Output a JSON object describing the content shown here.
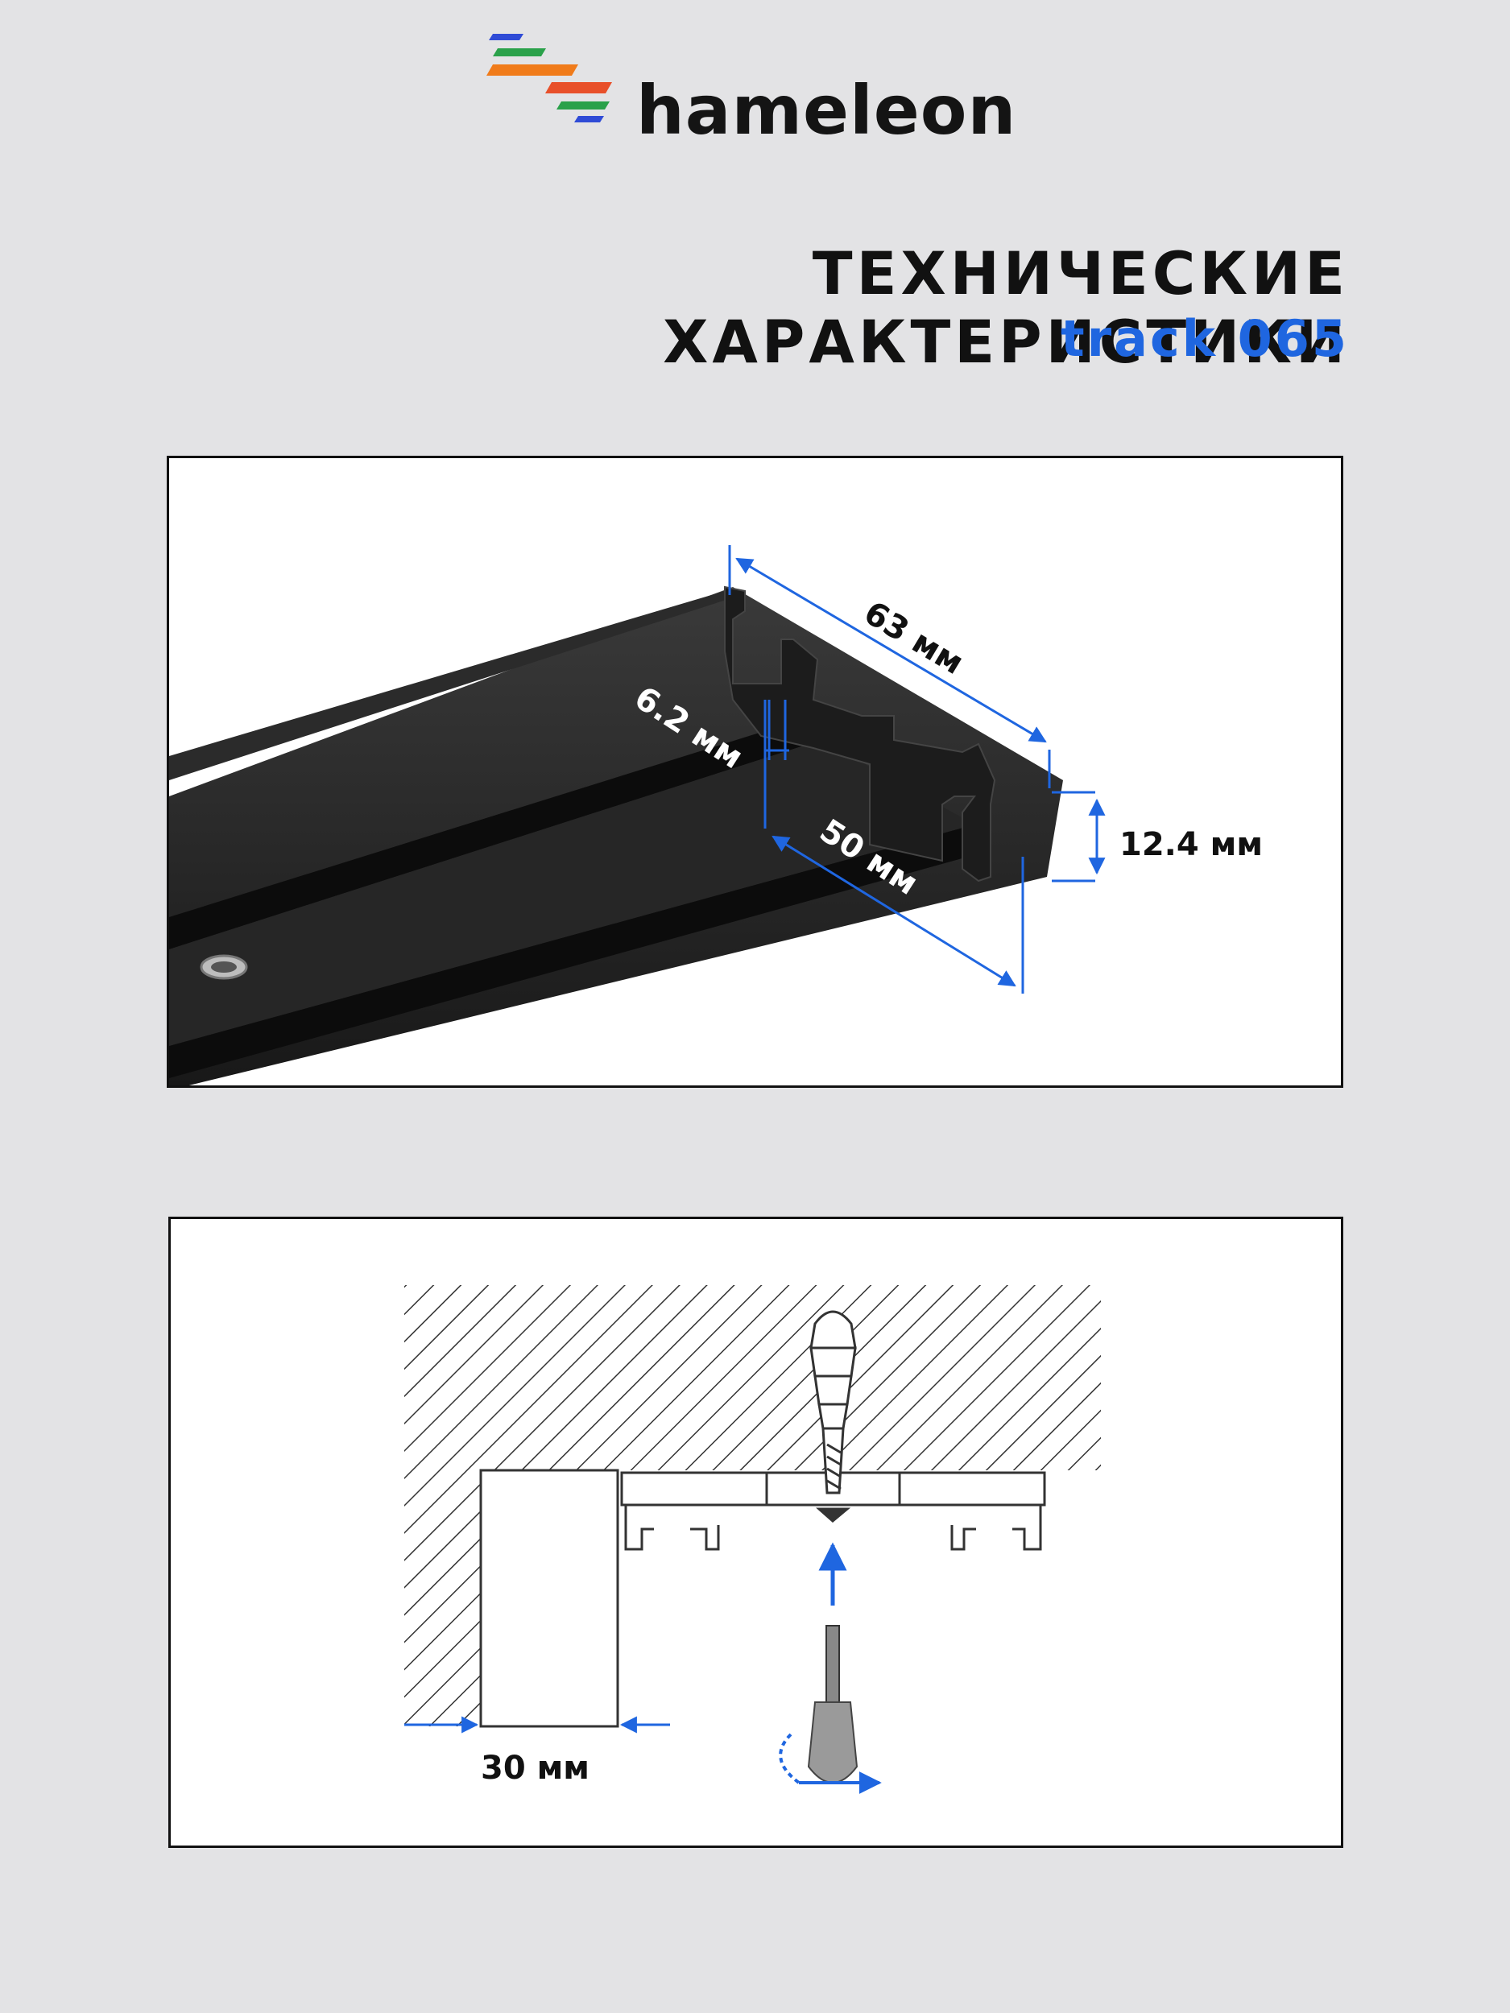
{
  "header": {
    "brand_name": "hameleon",
    "title": "ТЕХНИЧЕСКИЕ ХАРАКТЕРИСТИКИ",
    "subtitle": "track 065"
  },
  "product_panel": {
    "dimensions": {
      "width_label": "63 мм",
      "slot_label": "6.2 мм",
      "inner_label": "50 мм",
      "height_label": "12.4 мм"
    }
  },
  "install_panel": {
    "offset_label": "30 мм"
  },
  "colors": {
    "background": "#e3e3e5",
    "accent_blue": "#1f66e0",
    "profile_black": "#1c1c1c",
    "logo_stripes": [
      "#2f4bd6",
      "#2aa14a",
      "#f07b1a",
      "#e8502a",
      "#2aa14a",
      "#2f4bd6"
    ]
  }
}
